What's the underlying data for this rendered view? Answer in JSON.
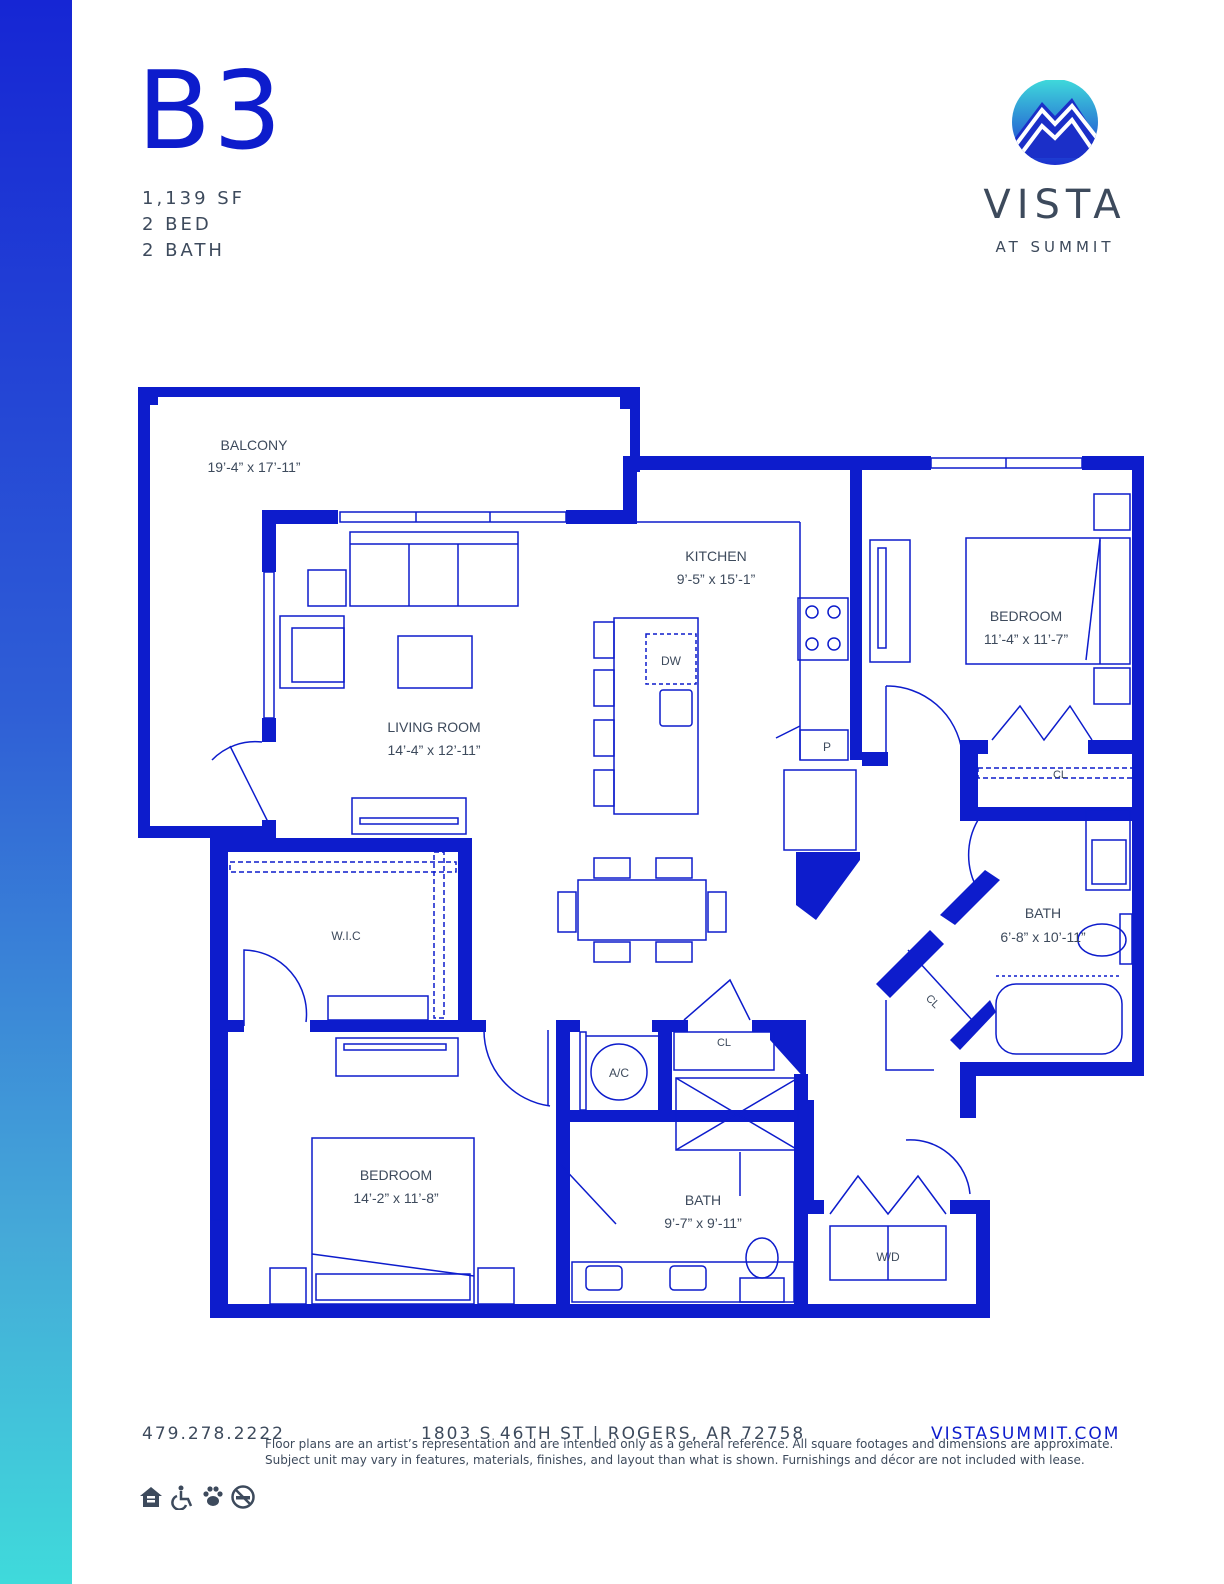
{
  "brand": {
    "name": "VISTA",
    "tagline": "AT SUMMIT",
    "accent_color": "#0d1ccc",
    "gradient_top": "#1626d4",
    "gradient_bottom": "#3fdadb",
    "icon": "mountain-logo-icon"
  },
  "unit": {
    "code": "B3",
    "area": "1,139 SF",
    "beds": "2 BED",
    "baths": "2 BATH"
  },
  "rooms": {
    "balcony": {
      "name": "BALCONY",
      "size": "19’-4” x 17’-11”"
    },
    "living": {
      "name": "LIVING ROOM",
      "size": "14’-4” x 12’-11”"
    },
    "kitchen": {
      "name": "KITCHEN",
      "size": "9’-5” x 15’-1”"
    },
    "bedroom1": {
      "name": "BEDROOM",
      "size": "11’-4” x 11’-7”"
    },
    "bath1": {
      "name": "BATH",
      "size": "6’-8” x 10’-11”"
    },
    "wic": {
      "name": "W.I.C"
    },
    "bedroom2": {
      "name": "BEDROOM",
      "size": "14’-2” x 11’-8”"
    },
    "bath2": {
      "name": "BATH",
      "size": "9’-7” x 9’-11”"
    },
    "wd": {
      "name": "W/D"
    },
    "ac": {
      "name": "A/C"
    },
    "dw": {
      "name": "DW"
    },
    "pantry": {
      "name": "P"
    },
    "closets": [
      "CL",
      "CL",
      "CL"
    ]
  },
  "footer": {
    "phone": "479.278.2222",
    "address": "1803 S 46TH ST | ROGERS, AR 72758",
    "website": "VISTASUMMIT.COM",
    "disclaimer": "Floor plans are an artist’s representation and are intended only as a general reference. All square footages and dimensions are approximate. Subject unit may vary in features, materials, finishes, and layout than what is shown. Furnishings and décor are not included with lease.",
    "icons": [
      "equal-housing-icon",
      "accessibility-icon",
      "pet-friendly-icon",
      "no-smoking-icon"
    ]
  }
}
